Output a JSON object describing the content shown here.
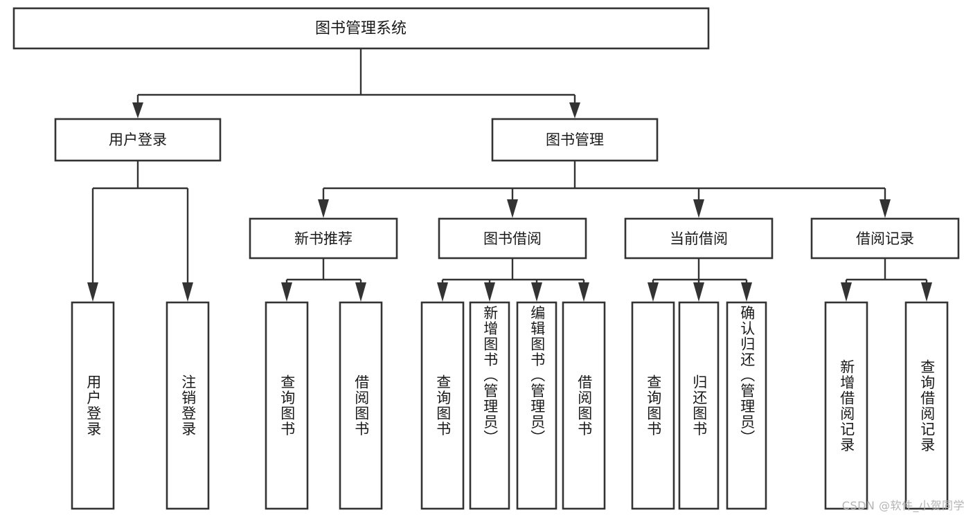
{
  "diagram": {
    "kind": "tree-structure-chart",
    "title": "图书管理系统",
    "colors": {
      "box_stroke": "#333333",
      "box_fill": "#ffffff",
      "connector": "#333333",
      "text": "#1a1a1a",
      "watermark": "#b4b4b4",
      "background": "#ffffff"
    },
    "root": {
      "label": "图书管理系统"
    },
    "level2": [
      {
        "label": "用户登录"
      },
      {
        "label": "图书管理"
      }
    ],
    "level3": [
      {
        "label": "新书推荐"
      },
      {
        "label": "图书借阅"
      },
      {
        "label": "当前借阅"
      },
      {
        "label": "借阅记录"
      }
    ],
    "leaves": {
      "user_login": [
        {
          "label": "用户登录"
        },
        {
          "label": "注销登录"
        }
      ],
      "new_book_recommend": [
        {
          "label": "查询图书"
        },
        {
          "label": "借阅图书"
        }
      ],
      "book_borrow": [
        {
          "label": "查询图书"
        },
        {
          "label": "新增图书（管理员）"
        },
        {
          "label": "编辑图书（管理员）"
        },
        {
          "label": "借阅图书"
        }
      ],
      "current_borrow": [
        {
          "label": "查询图书"
        },
        {
          "label": "归还图书"
        },
        {
          "label": "确认归还（管理员）"
        }
      ],
      "borrow_record": [
        {
          "label": "新增借阅记录"
        },
        {
          "label": "查询借阅记录"
        }
      ]
    },
    "watermark": "CSDN @软件_小贺同学"
  }
}
